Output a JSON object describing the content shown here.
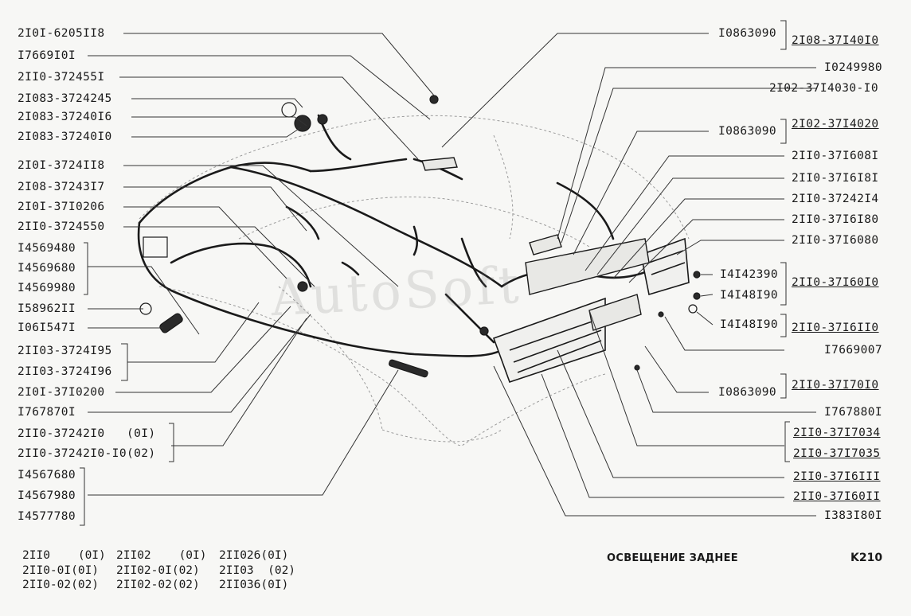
{
  "left_labels": [
    "2I0I-6205II8",
    "I7669I0I",
    "2II0-372455I",
    "2I083-3724245",
    "2I083-37240I6",
    "2I083-37240I0",
    "2I0I-3724II8",
    "2I08-37243I7",
    "2I0I-37I0206",
    "2II0-3724550",
    "I4569480",
    "I4569680",
    "I4569980",
    "I58962II",
    "I06I547I",
    "2II03-3724I95",
    "2II03-3724I96",
    "2I0I-37I0200",
    "I767870I",
    "2II0-37242I0   (0I)",
    "2II0-37242I0-I0(02)",
    "I4567680",
    "I4567980",
    "I4577780"
  ],
  "right_labels": [
    "I0863090",
    "I0249980",
    "2I02-37I4030-I0",
    "I0863090",
    "2II0-37I608I",
    "2II0-37I6I8I",
    "2II0-37242I4",
    "2II0-37I6I80",
    "2II0-37I6080",
    "I4I42390",
    "I4I48I90",
    "I4I48I90",
    "I7669007",
    "I0863090",
    "I767880I",
    "2II0-37I7034",
    "2II0-37I7035",
    "2II0-37I6III",
    "2II0-37I60II",
    "I383I80I"
  ],
  "group_labels": [
    "2I08-37I40I0",
    "2I02-37I4020",
    "2II0-37I60I0",
    "2II0-37I6II0",
    "2II0-37I70I0"
  ],
  "watermark": "AutoSoft",
  "footer": {
    "models": [
      [
        "2II0    (0I)",
        "2II0-0I(0I)",
        "2II0-02(02)"
      ],
      [
        "2II02    (0I)",
        "2II02-0I(02)",
        "2II02-02(02)"
      ],
      [
        "2II026(0I)",
        "2II03  (02)",
        "2II036(0I)"
      ]
    ],
    "title": "ОСВЕЩЕНИЕ ЗАДНЕЕ",
    "code": "K210"
  }
}
